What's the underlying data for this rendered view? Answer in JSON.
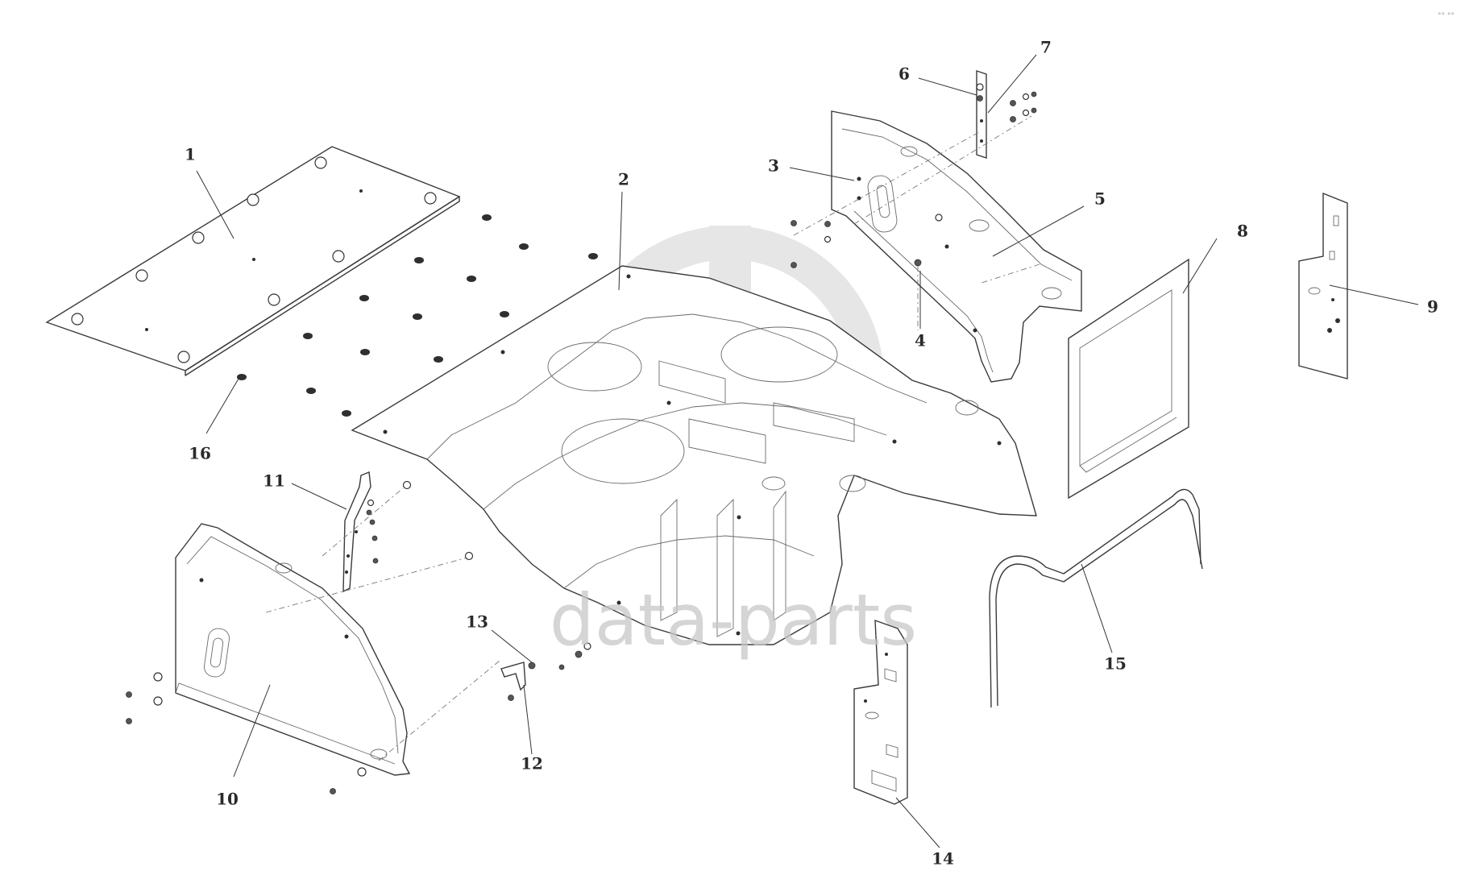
{
  "watermark": {
    "text": "data-parts",
    "color": "#c8c8c8"
  },
  "corner_mark": "°° °°",
  "callouts": [
    {
      "id": "1",
      "label": "1"
    },
    {
      "id": "2",
      "label": "2"
    },
    {
      "id": "3",
      "label": "3"
    },
    {
      "id": "4",
      "label": "4"
    },
    {
      "id": "5",
      "label": "5"
    },
    {
      "id": "6",
      "label": "6"
    },
    {
      "id": "7",
      "label": "7"
    },
    {
      "id": "8",
      "label": "8"
    },
    {
      "id": "9",
      "label": "9"
    },
    {
      "id": "10",
      "label": "10"
    },
    {
      "id": "11",
      "label": "11"
    },
    {
      "id": "12",
      "label": "12"
    },
    {
      "id": "13",
      "label": "13"
    },
    {
      "id": "14",
      "label": "14"
    },
    {
      "id": "15",
      "label": "15"
    },
    {
      "id": "16",
      "label": "16"
    }
  ]
}
